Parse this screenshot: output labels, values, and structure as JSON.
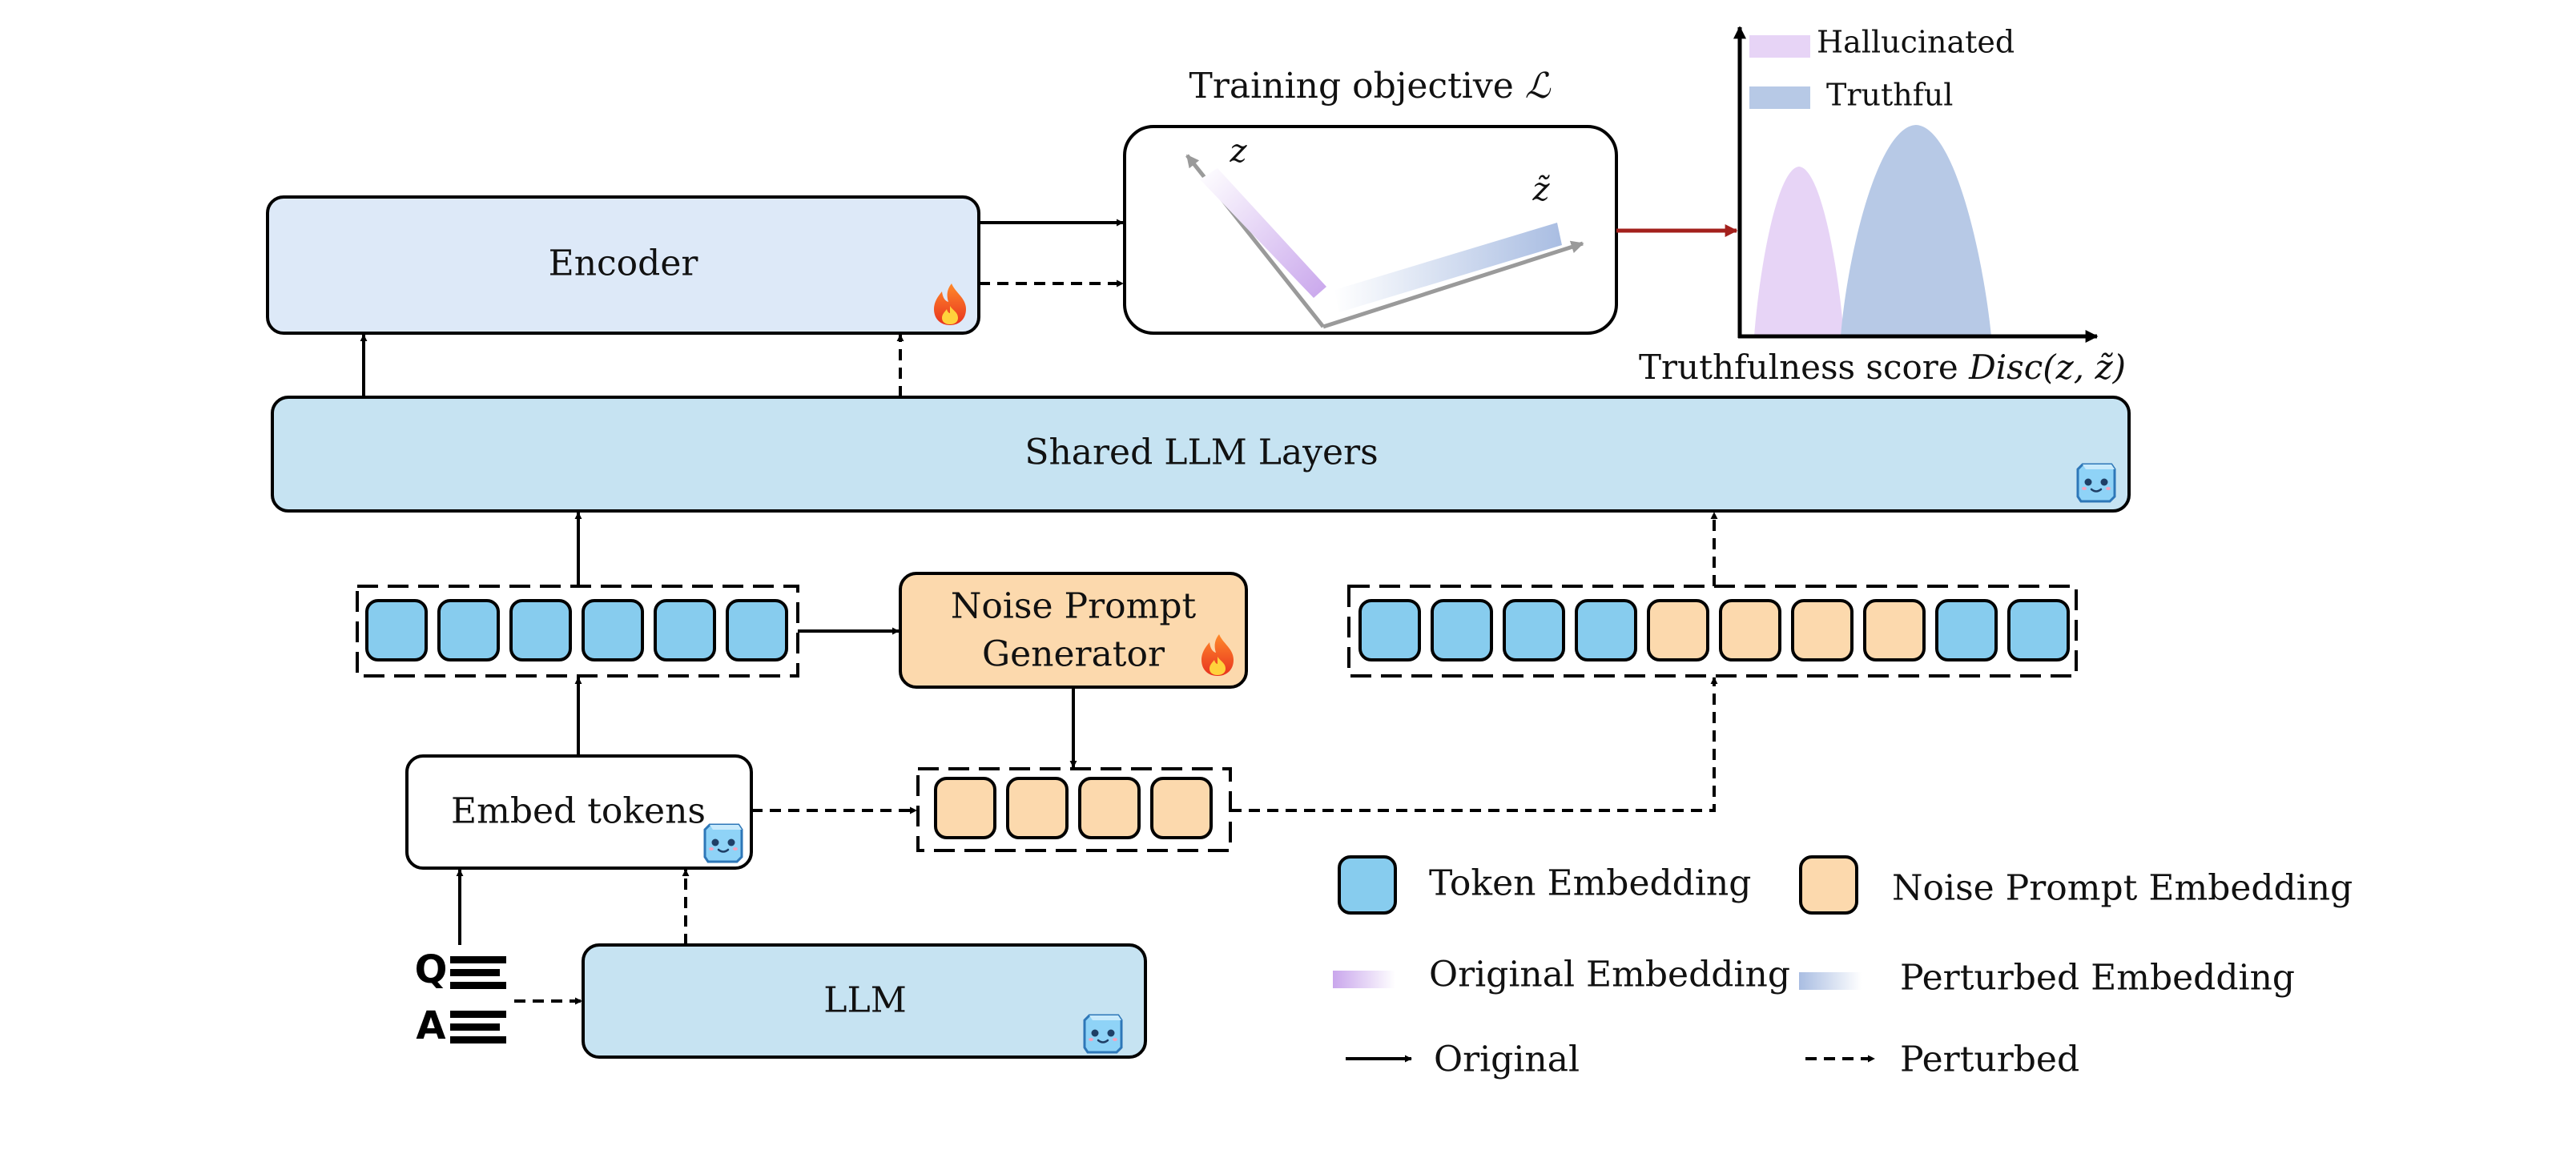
{
  "encoder": {
    "label": "Encoder"
  },
  "shared_layers": {
    "label": "Shared LLM Layers"
  },
  "noise_generator": {
    "line1": "Noise Prompt",
    "line2": "Generator"
  },
  "embed_tokens": {
    "label": "Embed tokens"
  },
  "llm": {
    "label": "LLM"
  },
  "qa": {
    "q": "Q",
    "a": "A"
  },
  "objective": {
    "title_prefix": "Training objective ",
    "title_symbol": "ℒ",
    "z_label": "z",
    "z_tilde_label": "z̃"
  },
  "distribution_plot": {
    "legend": {
      "hallucinated": "Hallucinated",
      "truthful": "Truthful"
    },
    "caption_prefix": "Truthfulness score ",
    "caption_formula": "Disc(z, z̃)"
  },
  "legend": {
    "token_embedding": "Token Embedding",
    "noise_prompt_embedding": "Noise Prompt Embedding",
    "original_embedding": "Original Embedding",
    "perturbed_embedding": "Perturbed Embedding",
    "original": "Original",
    "perturbed": "Perturbed"
  },
  "colors": {
    "encoder_fill": "#dde9f8",
    "llm_fill": "#c6e3f2",
    "token_fill": "#87ccee",
    "noise_fill": "#fcd9ad",
    "hallucinated": "#e7d4f6",
    "truthful": "#b7c9e6",
    "feedback_arrow": "#a3201c"
  },
  "badges": {
    "trainable": "flame-icon",
    "frozen": "ice-cube-icon"
  }
}
